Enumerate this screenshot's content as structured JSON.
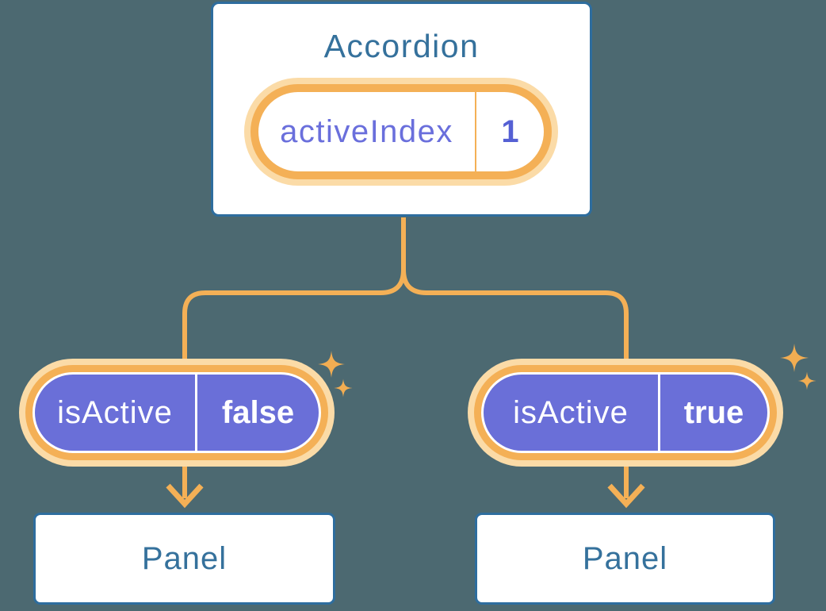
{
  "theme": {
    "background": "#4C6971",
    "blue-border": "#2E6D9E",
    "blue-text": "#35719C",
    "orange": "#F4B056",
    "orange-halo": "#FBDBA7",
    "sparkle": "#F2AD52",
    "purple": "#6A6FD8",
    "purple-text": "#6A6FDC",
    "value-text": "#5560D4"
  },
  "diagram": {
    "root": {
      "title": "Accordion",
      "state": {
        "name": "activeIndex",
        "value": "1"
      }
    },
    "children": [
      {
        "prop": {
          "name": "isActive",
          "value": "false"
        },
        "panel": "Panel"
      },
      {
        "prop": {
          "name": "isActive",
          "value": "true"
        },
        "panel": "Panel"
      }
    ]
  }
}
